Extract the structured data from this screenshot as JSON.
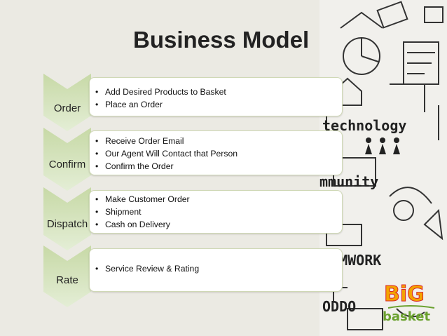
{
  "title": "Business Model",
  "steps": [
    {
      "label": "Order",
      "bullets": [
        "Add Desired Products to Basket",
        "Place an Order"
      ]
    },
    {
      "label": "Confirm",
      "bullets": [
        "Receive Order Email",
        "Our Agent Will Contact that Person",
        "Confirm the Order"
      ]
    },
    {
      "label": "Dispatch",
      "bullets": [
        "Make Customer Order",
        "Shipment",
        "Cash on Delivery"
      ]
    },
    {
      "label": "Rate",
      "bullets": [
        "Service Review & Rating"
      ]
    }
  ],
  "logo": {
    "line1": "BiG",
    "line2": "basket"
  },
  "background_words": [
    "technology",
    "mmunity",
    "EAMWORK",
    "ODDO"
  ],
  "colors": {
    "chevron_top": "#c7d9a6",
    "chevron_bottom": "#e4eed6",
    "box_border": "#cfd8b5",
    "logo_green": "#6aa12e",
    "logo_red": "#d9262a",
    "logo_orange": "#f4a300"
  }
}
